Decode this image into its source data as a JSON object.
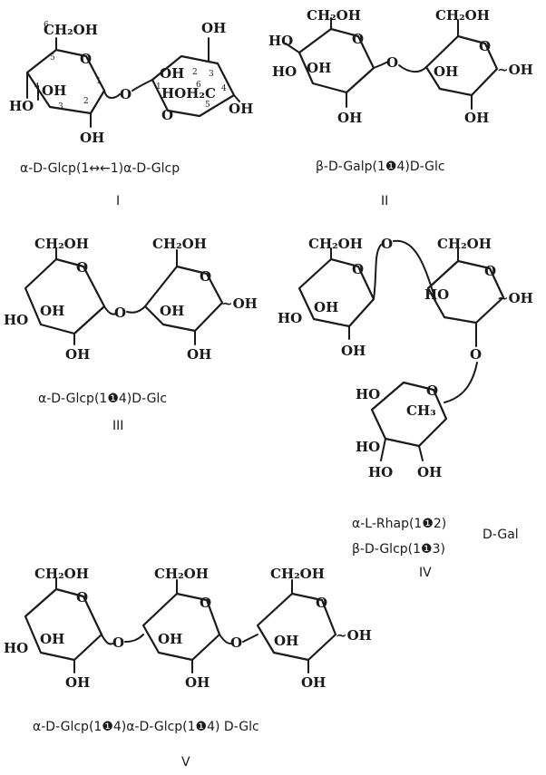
{
  "atoms": {
    "ch2oh": "CH₂OH",
    "oh": "OH",
    "ho": "HO",
    "o": "O",
    "tilde_oh": "~OH",
    "ch3": "CH₃",
    "hoh2c": "HOH₂C"
  },
  "ring_numbers": [
    "1",
    "2",
    "3",
    "4",
    "5",
    "6"
  ],
  "compounds": [
    {
      "id": "I",
      "label": "α-D-Glcp(1↔←1)α-D-Glcp",
      "numeral": "I"
    },
    {
      "id": "II",
      "label": "β-D-Galp(1❶4)D-Glc",
      "numeral": "II"
    },
    {
      "id": "III",
      "label": "α-D-Glcp(1❶4)D-Glc",
      "numeral": "III"
    },
    {
      "id": "IV",
      "label_line1": "α-L-Rhap(1❶2)",
      "label_line2": "β-D-Glcp(1❶3)",
      "label_right": "D-Gal",
      "numeral": "IV"
    },
    {
      "id": "V",
      "label": "α-D-Glcp(1❶4)α-D-Glcp(1❶4) D-Glc",
      "numeral": "V"
    }
  ]
}
